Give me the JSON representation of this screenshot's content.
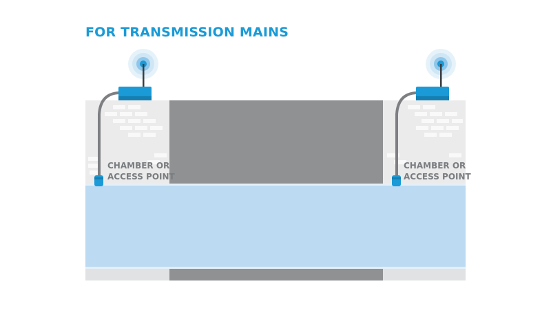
{
  "title": "FOR TRANSMISSION MAINS",
  "colors": {
    "accent": "#1a9ad6",
    "water": "#bcdaf2",
    "road": "#8f9193",
    "chamber": "#ebebeb",
    "brick": "#f8f8f8",
    "pipe": "#7d7f82"
  },
  "chambers": [
    {
      "label_line1": "CHAMBER OR",
      "label_line2": "ACCESS POINT"
    },
    {
      "label_line1": "CHAMBER OR",
      "label_line2": "ACCESS POINT"
    }
  ],
  "icons": [
    "logger-device-icon",
    "antenna-signal-icon",
    "sensor-probe-icon"
  ]
}
